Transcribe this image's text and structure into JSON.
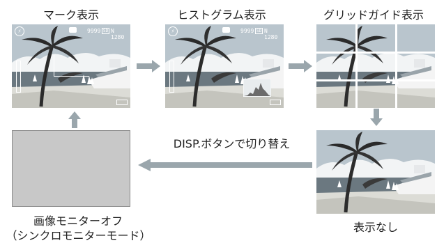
{
  "panels": {
    "mark": {
      "label": "マーク表示",
      "counter": "9999",
      "card": "SD",
      "size": "N 1280"
    },
    "histogram": {
      "label": "ヒストグラム表示",
      "counter": "9999",
      "card": "SD",
      "size": "N 1280"
    },
    "grid": {
      "label": "グリッドガイド表示"
    },
    "none": {
      "label": "表示なし"
    },
    "off": {
      "label_line1": "画像モニターオフ",
      "label_line2": "（シンクロモニターモード）"
    }
  },
  "caption": "DISP.ボタンで切り替え",
  "colors": {
    "arrow": "#9aa6ac",
    "sky": "#b8c4cc",
    "sea": "#5f6c76",
    "sand": "#d8d8d2",
    "palm": "#2c2c2c",
    "grid_line": "#ffffff"
  }
}
